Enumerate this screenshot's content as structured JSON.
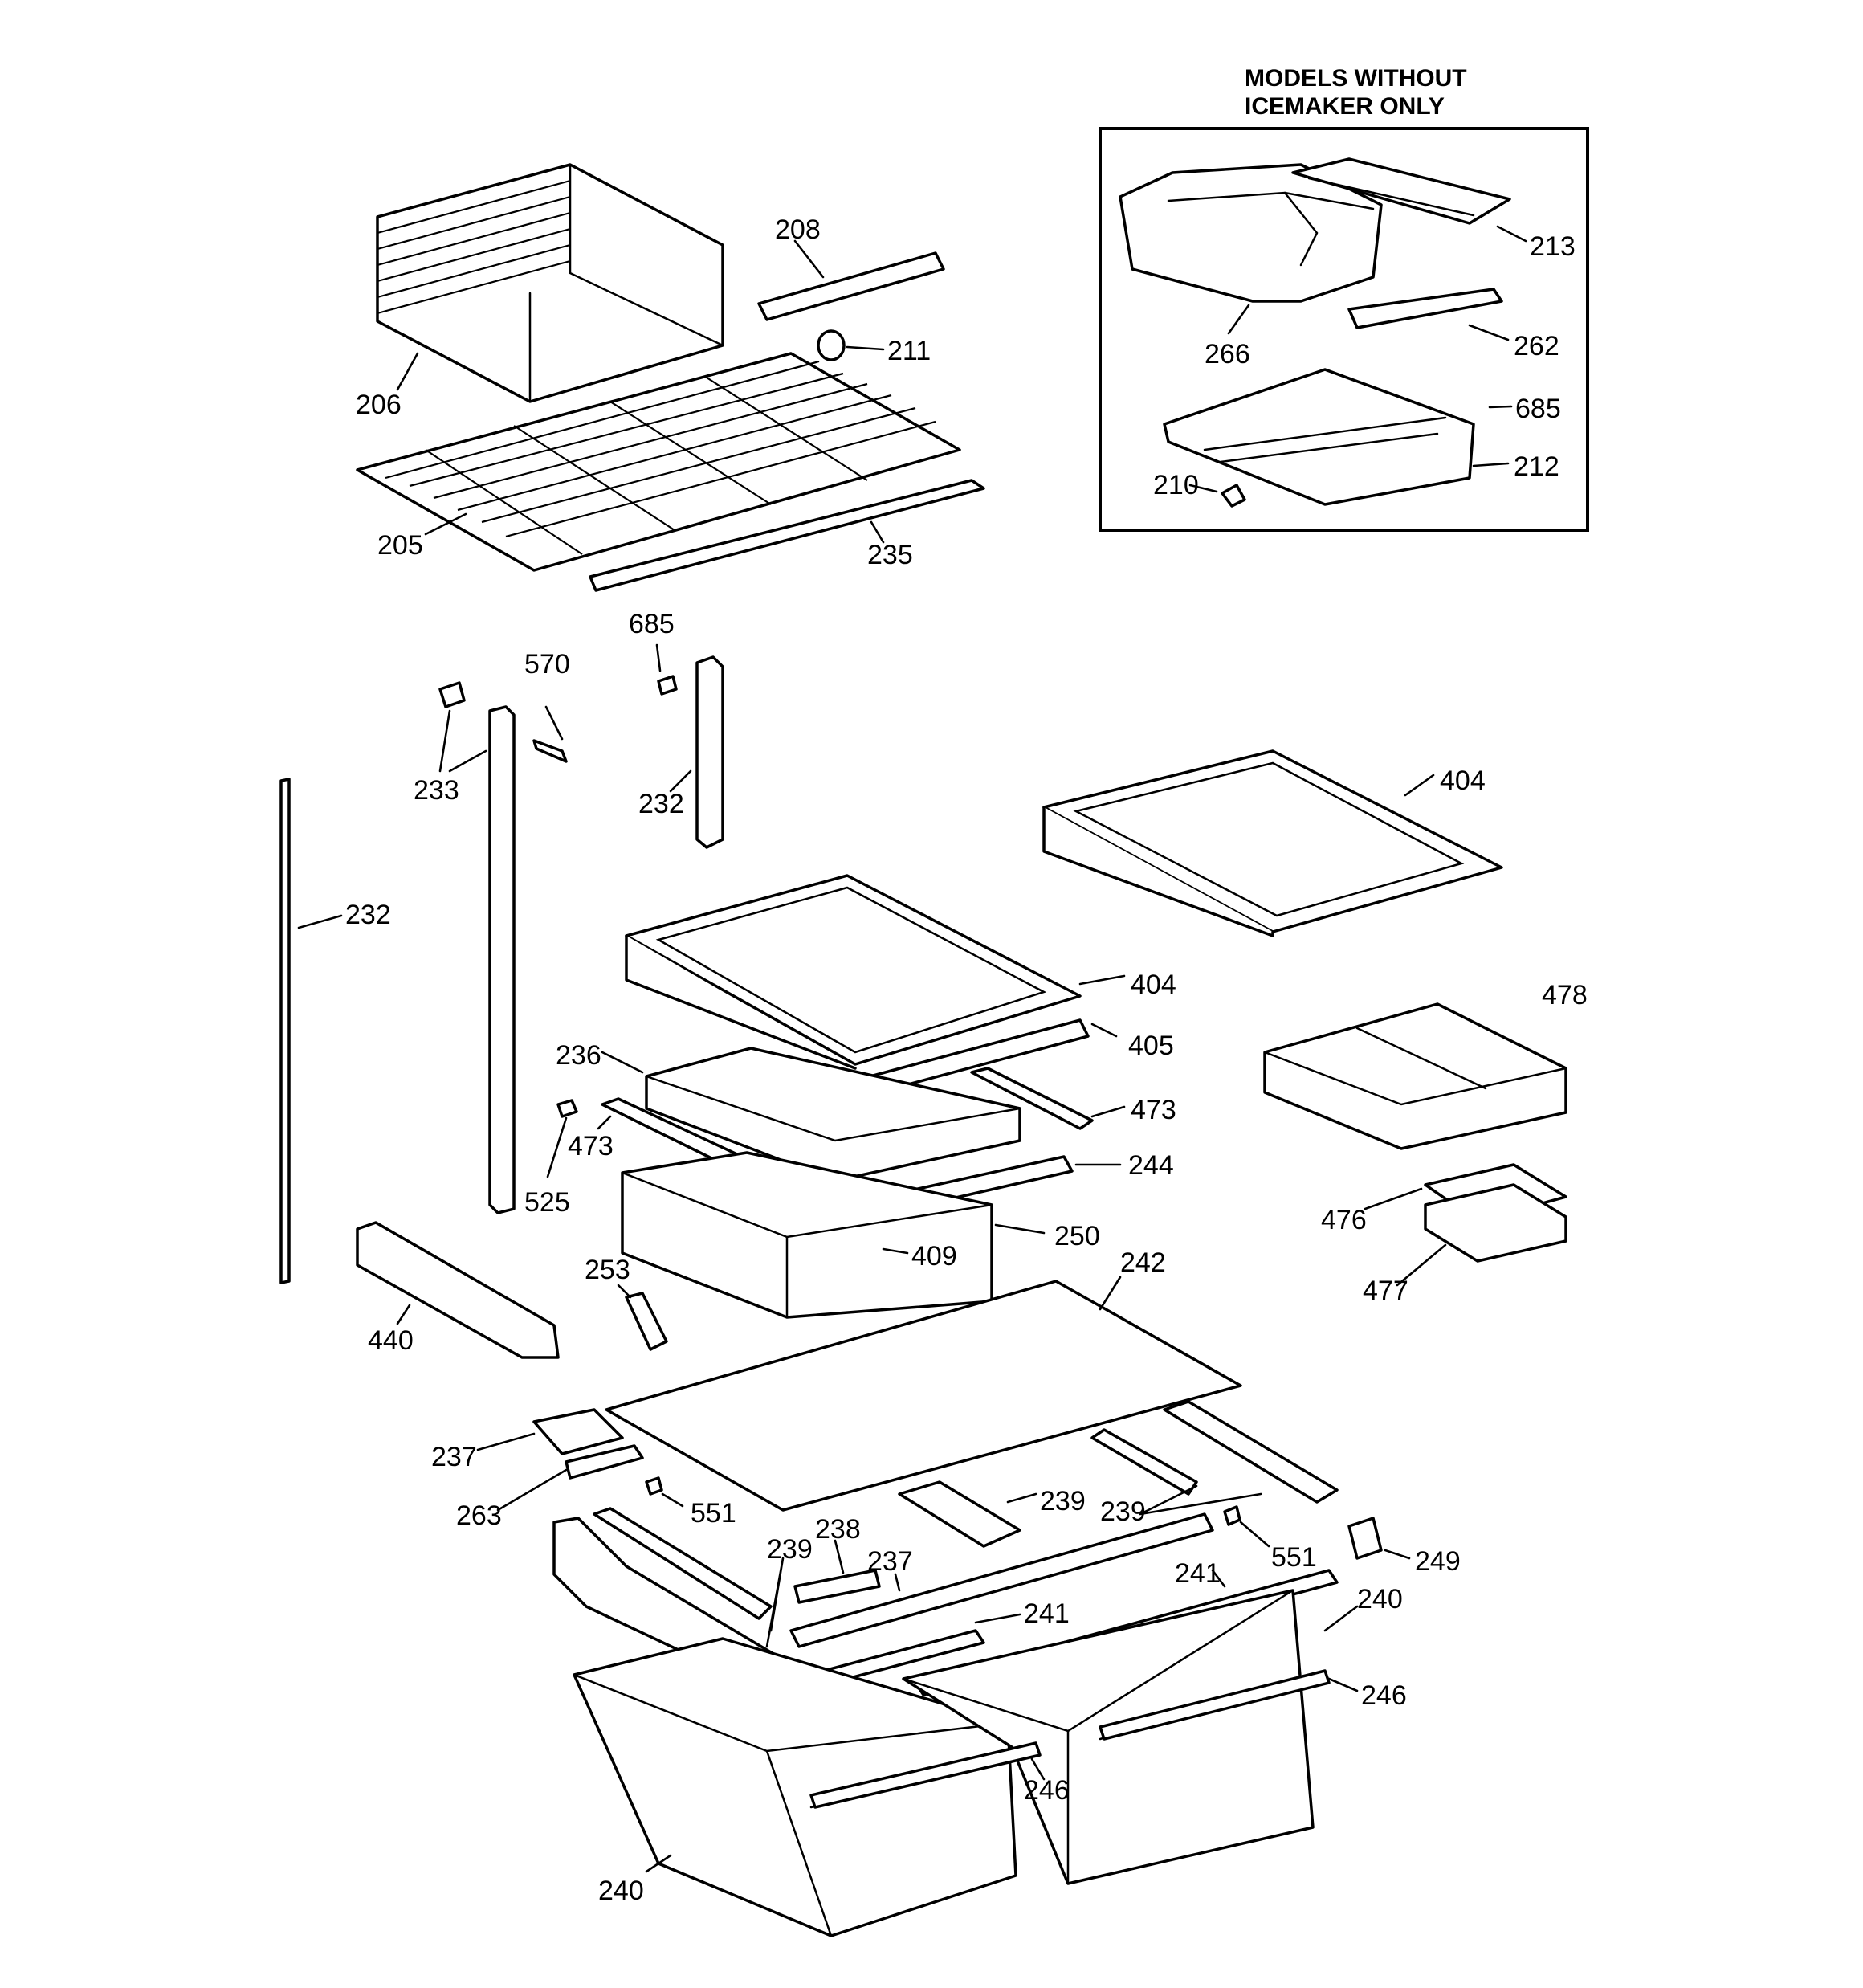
{
  "inset": {
    "title_line1": "MODELS WITHOUT",
    "title_line2": "ICEMAKER ONLY",
    "callouts": [
      "213",
      "266",
      "262",
      "685",
      "212",
      "210"
    ]
  },
  "callouts": [
    "208",
    "211",
    "206",
    "205",
    "235",
    "685",
    "570",
    "233",
    "232",
    "232",
    "404",
    "404",
    "405",
    "236",
    "473",
    "473",
    "525",
    "244",
    "250",
    "409",
    "478",
    "476",
    "477",
    "253",
    "242",
    "440",
    "237",
    "263",
    "551",
    "239",
    "239",
    "551",
    "249",
    "238",
    "237",
    "239",
    "241",
    "241",
    "240",
    "246",
    "246",
    "240"
  ]
}
